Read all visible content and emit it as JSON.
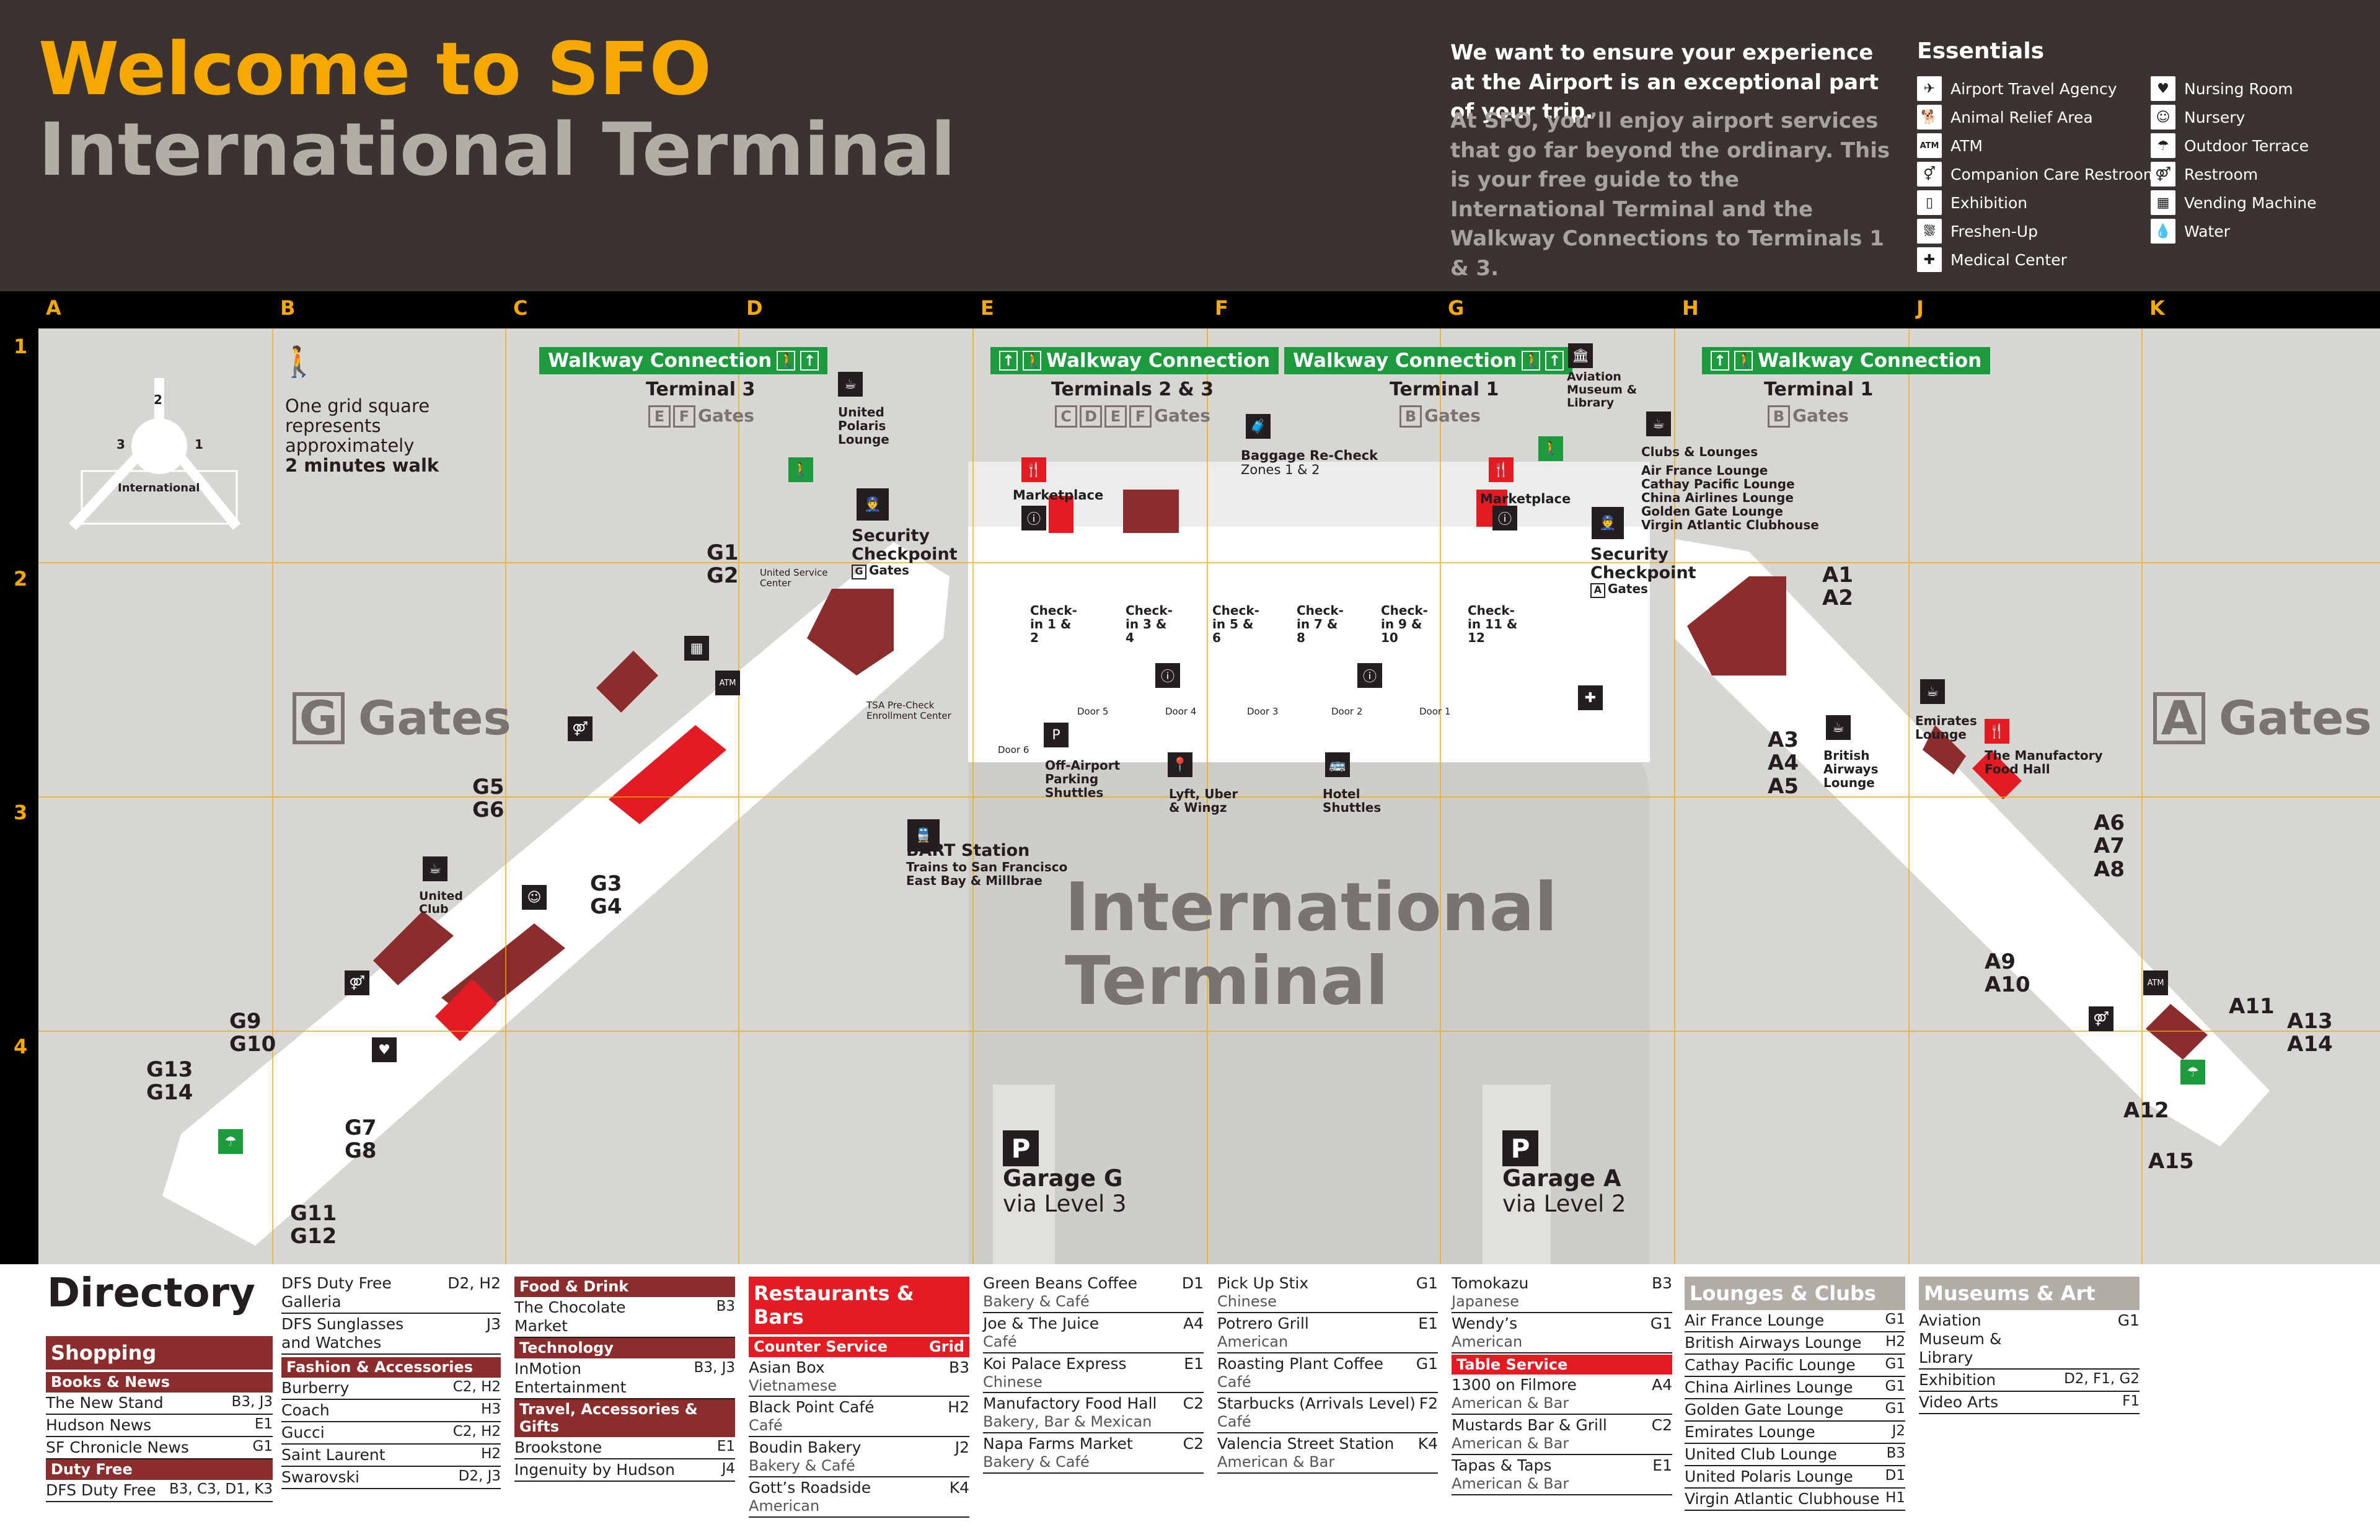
{
  "header": {
    "title_line1": "Welcome to SFO",
    "title_line2": "International Terminal",
    "intro_lead": "We want to ensure your experience at the Airport is an exceptional part of your trip.",
    "intro_body": "At SFO, you’ll enjoy airport services that go far beyond the ordinary. This is your free guide to the International Terminal and the Walkway Connections to Terminals 1 & 3.",
    "colors": {
      "background": "#3a3330",
      "accent": "#f5a800",
      "muted": "#b3ada8"
    }
  },
  "essentials": {
    "title": "Essentials",
    "left": [
      {
        "label": "Airport Travel Agency",
        "icon": "airplane-ticket-icon"
      },
      {
        "label": "Animal Relief Area",
        "icon": "animal-relief-icon"
      },
      {
        "label": "ATM",
        "icon": "atm-icon"
      },
      {
        "label": "Companion Care Restroom",
        "icon": "companion-care-icon"
      },
      {
        "label": "Exhibition",
        "icon": "exhibition-icon"
      },
      {
        "label": "Freshen-Up",
        "icon": "shower-icon"
      },
      {
        "label": "Medical Center",
        "icon": "medical-cross-icon"
      }
    ],
    "right": [
      {
        "label": "Nursing Room",
        "icon": "nursing-room-icon"
      },
      {
        "label": "Nursery",
        "icon": "nursery-icon"
      },
      {
        "label": "Outdoor Terrace",
        "icon": "outdoor-terrace-icon"
      },
      {
        "label": "Restroom",
        "icon": "restroom-icon"
      },
      {
        "label": "Vending Machine",
        "icon": "vending-machine-icon"
      },
      {
        "label": "Water",
        "icon": "water-icon"
      }
    ]
  },
  "grid": {
    "columns": [
      "A",
      "B",
      "C",
      "D",
      "E",
      "F",
      "G",
      "H",
      "J",
      "K"
    ],
    "rows": [
      "1",
      "2",
      "3",
      "4"
    ]
  },
  "map": {
    "legend": {
      "note_line1": "One grid square",
      "note_line2": "represents",
      "note_line3": "approximately",
      "note_bold": "2 minutes walk",
      "inset_label": "International",
      "inset_numbers": [
        "2",
        "3",
        "1"
      ]
    },
    "walkways": [
      {
        "label": "Walkway Connection",
        "dest": "Terminal 3",
        "gates": [
          "E",
          "F"
        ],
        "gates_word": "Gates"
      },
      {
        "label": "Walkway Connection",
        "dest": "Terminals 2 & 3",
        "gates": [
          "C",
          "D",
          "E",
          "F"
        ],
        "gates_word": "Gates"
      },
      {
        "label": "Walkway Connection",
        "dest": "Terminal 1",
        "gates": [
          "B"
        ],
        "gates_word": "Gates"
      },
      {
        "label": "Walkway Connection",
        "dest": "Terminal 1",
        "gates": [
          "B"
        ],
        "gates_word": "Gates"
      }
    ],
    "big_gates": [
      {
        "letter": "G",
        "word": "Gates"
      },
      {
        "letter": "A",
        "word": "Gates"
      }
    ],
    "terminal_name_line1": "International",
    "terminal_name_line2": "Terminal",
    "g_gates": [
      "G1",
      "G2",
      "G3",
      "G4",
      "G5",
      "G6",
      "G7",
      "G8",
      "G9",
      "G10",
      "G11",
      "G12",
      "G13",
      "G14"
    ],
    "a_gates": [
      "A1",
      "A2",
      "A3",
      "A4",
      "A5",
      "A6",
      "A7",
      "A8",
      "A9",
      "A10",
      "A11",
      "A12",
      "A13",
      "A14",
      "A15"
    ],
    "places": {
      "united_polaris": "United Polaris Lounge",
      "security_left": "Security Checkpoint",
      "security_left_gates": "G",
      "security_right": "Security Checkpoint",
      "security_right_gates": "A",
      "security_gates_word": "Gates",
      "united_service": "United Service Center",
      "marketplace_left": "Marketplace",
      "marketplace_right": "Marketplace",
      "baggage": "Baggage Re-Check",
      "baggage_sub": "Zones 1 & 2",
      "aviation_museum": "Aviation Museum & Library",
      "clubs_lounges": "Clubs & Lounges",
      "lounge_list": [
        "Air France Lounge",
        "Cathay Pacific Lounge",
        "China Airlines Lounge",
        "Golden Gate Lounge",
        "Virgin Atlantic Clubhouse"
      ],
      "checkins": [
        "Check-in 1 & 2",
        "Check-in 3 & 4",
        "Check-in 5 & 6",
        "Check-in 7 & 8",
        "Check-in 9 & 10",
        "Check-in 11 & 12"
      ],
      "doors": [
        "Door 5",
        "Door 4",
        "Door 3",
        "Door 2",
        "Door 1",
        "Door 6"
      ],
      "tsa": "TSA Pre-Check Enrollment Center",
      "off_airport": "Off-Airport Parking Shuttles",
      "lyft": "Lyft, Uber & Wingz",
      "hotel": "Hotel Shuttles",
      "bart_title": "BART Station",
      "bart_sub1": "Trains to San Francisco",
      "bart_sub2": "East Bay & Millbrae",
      "united_club": "United Club",
      "british": "British Airways Lounge",
      "emirates": "Emirates Lounge",
      "manufactory": "The Manufactory Food Hall",
      "garage_g": "Garage G",
      "garage_g_sub": "via Level 3",
      "garage_a": "Garage A",
      "garage_a_sub": "via Level 2",
      "parking_letter": "P"
    },
    "colors": {
      "ground": "#d8d6d2",
      "concourse": "#ffffff",
      "dark_red": "#8b2d2d",
      "red": "#e31b23",
      "green": "#1d9a3d",
      "gray_area": "#a8a5a1"
    }
  },
  "directory": {
    "title": "Directory",
    "col1": {
      "header": "Shopping",
      "sections": [
        {
          "name": "Books & News",
          "items": [
            {
              "name": "The New Stand",
              "grid": "B3, J3"
            },
            {
              "name": "Hudson News",
              "grid": "E1"
            },
            {
              "name": "SF Chronicle News",
              "grid": "G1"
            }
          ]
        },
        {
          "name": "Duty Free",
          "items": [
            {
              "name": "DFS Duty Free",
              "grid": "B3, C3, D1, K3"
            }
          ]
        }
      ]
    },
    "col2": {
      "top_items": [
        {
          "name": "DFS Duty Free Galleria",
          "grid": "D2, H2"
        },
        {
          "name": "DFS Sunglasses and Watches",
          "grid": "J3"
        }
      ],
      "sections": [
        {
          "name": "Fashion & Accessories",
          "items": [
            {
              "name": "Burberry",
              "grid": "C2, H2"
            },
            {
              "name": "Coach",
              "grid": "H3"
            },
            {
              "name": "Gucci",
              "grid": "C2, H2"
            },
            {
              "name": "Saint Laurent",
              "grid": "H2"
            },
            {
              "name": "Swarovski",
              "grid": "D2, J3"
            }
          ]
        }
      ]
    },
    "col3": {
      "sections": [
        {
          "name": "Food & Drink",
          "items": [
            {
              "name": "The Chocolate Market",
              "grid": "B3"
            }
          ]
        },
        {
          "name": "Technology",
          "items": [
            {
              "name": "InMotion Entertainment",
              "grid": "B3, J3"
            }
          ]
        },
        {
          "name": "Travel, Accessories & Gifts",
          "items": [
            {
              "name": "Brookstone",
              "grid": "E1"
            },
            {
              "name": "Ingenuity by Hudson",
              "grid": "J4"
            }
          ]
        }
      ]
    },
    "col4": {
      "header": "Restaurants & Bars",
      "sub_name": "Counter Service",
      "sub_grid": "Grid",
      "items": [
        {
          "name": "Asian Box",
          "desc": "Vietnamese",
          "grid": "B3"
        },
        {
          "name": "Black Point Café",
          "desc": "Café",
          "grid": "H2"
        },
        {
          "name": "Boudin Bakery",
          "desc": "Bakery & Café",
          "grid": "J2"
        },
        {
          "name": "Gott’s Roadside",
          "desc": "American",
          "grid": "K4"
        }
      ]
    },
    "col5": {
      "items": [
        {
          "name": "Green Beans Coffee",
          "desc": "Bakery & Café",
          "grid": "D1"
        },
        {
          "name": "Joe & The Juice",
          "desc": "Café",
          "grid": "A4"
        },
        {
          "name": "Koi Palace Express",
          "desc": "Chinese",
          "grid": "E1"
        },
        {
          "name": "Manufactory Food Hall",
          "desc": "Bakery, Bar & Mexican",
          "grid": "C2"
        },
        {
          "name": "Napa Farms Market",
          "desc": "Bakery & Café",
          "grid": "C2"
        }
      ]
    },
    "col6": {
      "items": [
        {
          "name": "Pick Up Stix",
          "desc": "Chinese",
          "grid": "G1"
        },
        {
          "name": "Potrero Grill",
          "desc": "American",
          "grid": "E1"
        },
        {
          "name": "Roasting Plant Coffee",
          "desc": "Café",
          "grid": "G1"
        },
        {
          "name": "Starbucks (Arrivals Level)",
          "desc": "Café",
          "grid": "F2"
        },
        {
          "name": "Valencia Street Station",
          "desc": "American & Bar",
          "grid": "K4"
        }
      ]
    },
    "col7": {
      "items": [
        {
          "name": "Tomokazu",
          "desc": "Japanese",
          "grid": "B3"
        },
        {
          "name": "Wendy’s",
          "desc": "American",
          "grid": "G1"
        }
      ],
      "sub_name": "Table Service",
      "table_items": [
        {
          "name": "1300 on Filmore",
          "desc": "American & Bar",
          "grid": "A4"
        },
        {
          "name": "Mustards Bar & Grill",
          "desc": "American & Bar",
          "grid": "C2"
        },
        {
          "name": "Tapas & Taps",
          "desc": "American & Bar",
          "grid": "E1"
        }
      ]
    },
    "col8": {
      "header": "Lounges & Clubs",
      "items": [
        {
          "name": "Air France Lounge",
          "grid": "G1"
        },
        {
          "name": "British Airways Lounge",
          "grid": "H2"
        },
        {
          "name": "Cathay Pacific Lounge",
          "grid": "G1"
        },
        {
          "name": "China Airlines Lounge",
          "grid": "G1"
        },
        {
          "name": "Golden Gate Lounge",
          "grid": "G1"
        },
        {
          "name": "Emirates Lounge",
          "grid": "J2"
        },
        {
          "name": "United Club Lounge",
          "grid": "B3"
        },
        {
          "name": "United Polaris Lounge",
          "grid": "D1"
        },
        {
          "name": "Virgin Atlantic Clubhouse",
          "grid": "H1"
        }
      ]
    },
    "col9": {
      "header": "Museums & Art",
      "items": [
        {
          "name": "Aviation Museum & Library",
          "grid": "G1"
        },
        {
          "name": "Exhibition",
          "grid": "D2, F1, G2"
        },
        {
          "name": "Video Arts",
          "grid": "F1"
        }
      ]
    }
  }
}
